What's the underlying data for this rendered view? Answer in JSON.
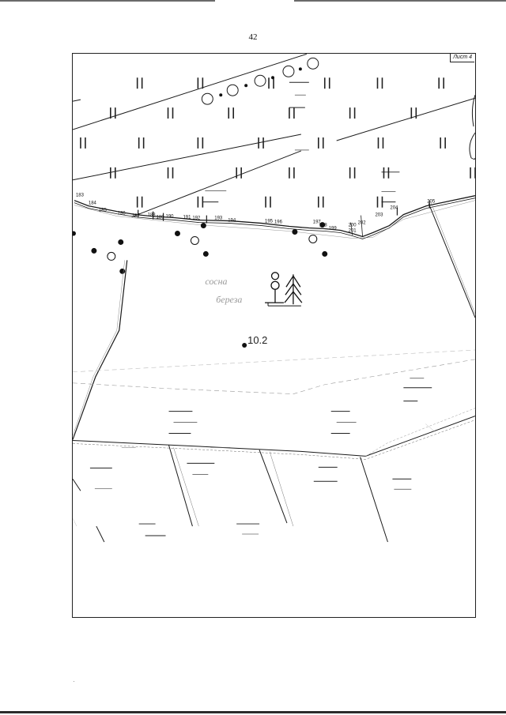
{
  "page": {
    "number": "42",
    "sheet_label": "Лист 4"
  },
  "map": {
    "boundary_points": [
      "183",
      "184",
      "185",
      "186",
      "187",
      "188",
      "189",
      "190",
      "191",
      "192",
      "193",
      "194",
      "195",
      "196",
      "197",
      "198",
      "199",
      "200",
      "201",
      "202",
      "203",
      "204",
      "205"
    ],
    "elevation_label": "10.2",
    "forest_label": {
      "line1": "сосна",
      "line2": "береза"
    },
    "symbols": [
      "tree-conifer-icon",
      "tree-deciduous-icon",
      "survey-point-filled",
      "survey-point-open",
      "meadow-hatch"
    ],
    "colors": {
      "line": "#1a1a1a",
      "thin": "#666666",
      "hatch": "#202020"
    }
  }
}
